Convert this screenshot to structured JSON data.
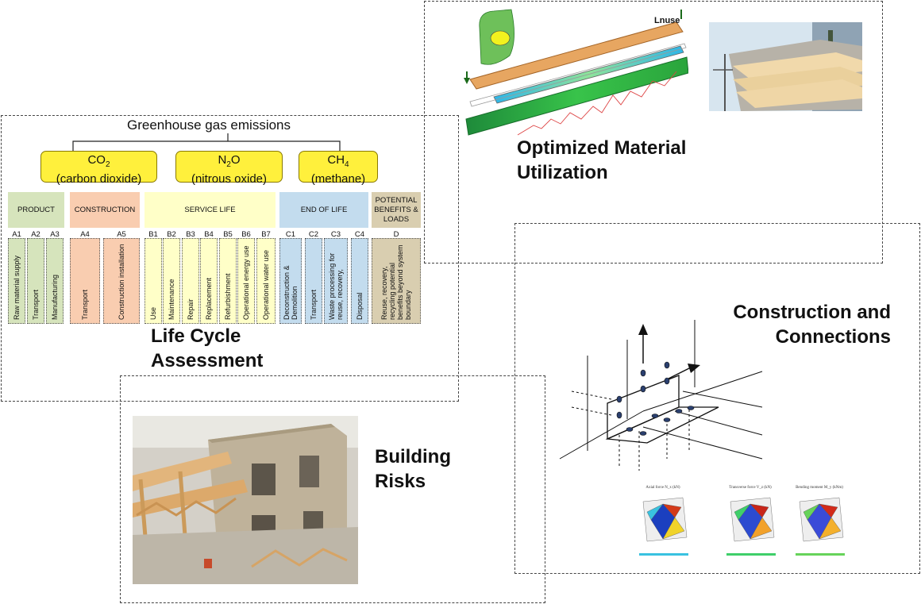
{
  "quadrants": {
    "material_title_line1": "Optimized Material",
    "material_title_line2": "Utilization",
    "material_beam_label": "Lnuse",
    "connections_title_line1": "Construction and",
    "connections_title_line2": "Connections",
    "lca_title_line1": "Life Cycle",
    "lca_title_line2": "Assessment",
    "risks_title_line1": "Building",
    "risks_title_line2": "Risks"
  },
  "lca": {
    "header": "Greenhouse gas emissions",
    "gases": [
      {
        "formula": "CO",
        "sub": "2",
        "name": "(carbon dioxide)"
      },
      {
        "formula": "N",
        "sub": "2",
        "formula_tail": "O",
        "name": "(nitrous oxide)"
      },
      {
        "formula": "CH",
        "sub": "4",
        "name": "(methane)"
      }
    ],
    "phases": [
      "PRODUCT",
      "CONSTRUCTION",
      "SERVICE LIFE",
      "END OF LIFE",
      "POTENTIAL BENEFITS & LOADS"
    ],
    "codes": [
      "A1",
      "A2",
      "A3",
      "A4",
      "A5",
      "B1",
      "B2",
      "B3",
      "B4",
      "B5",
      "B6",
      "B7",
      "C1",
      "C2",
      "C3",
      "C4",
      "D"
    ],
    "stages": [
      "Raw material supply",
      "Transport",
      "Manufacturing",
      "Transport",
      "Construction installation",
      "Use",
      "Maintenance",
      "Repair",
      "Replacement",
      "Refurbishment",
      "Operational energy use",
      "Operational water use",
      "Deconstruction & Demolition",
      "Transport",
      "Waste processing for reuse, recovery,",
      "Disposal",
      "Reuse, recovery, recycling potential benefits beyond system boundary"
    ]
  },
  "charts": {
    "titles": [
      "Axial force N_x (kN)",
      "Transverse force V_z (kN)",
      "Bending moment M_y (kNm)"
    ]
  },
  "colors": {
    "product": "#d6e4bc",
    "construction": "#f9cdb0",
    "service": "#ffffc8",
    "end_of_life": "#c3dcee",
    "benefits": "#d9ceb0",
    "gas": "#fff03c"
  }
}
